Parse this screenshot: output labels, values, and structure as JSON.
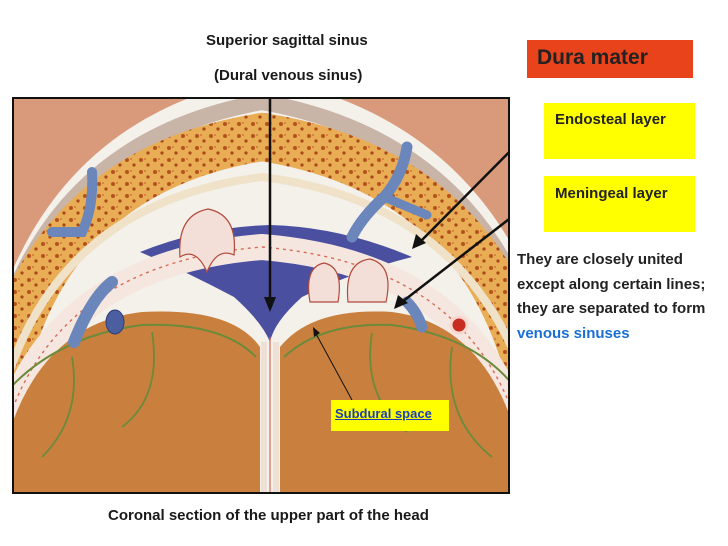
{
  "labels": {
    "superior_title": "Superior sagittal sinus",
    "superior_sub": "(Dural venous sinus)",
    "dura": "Dura mater",
    "endosteal": "Endosteal layer",
    "meningeal": "Meningeal layer",
    "description_1": "They are closely united except along certain lines; they are separated to form ",
    "description_2": "venous sinuses",
    "subdural": "Subdural space",
    "caption": "Coronal section of the upper part of the head"
  },
  "colors": {
    "dura_box": "#e8431a",
    "highlight": "#ffff00",
    "link_blue": "#1a6fd6",
    "sinus_blue": "#4a4f9f",
    "bone": "#e2a24a",
    "brain": "#c9803e"
  },
  "icons": [
    "superior-arrow",
    "endosteal-arrow",
    "meningeal-arrow",
    "subdural-pointer"
  ]
}
